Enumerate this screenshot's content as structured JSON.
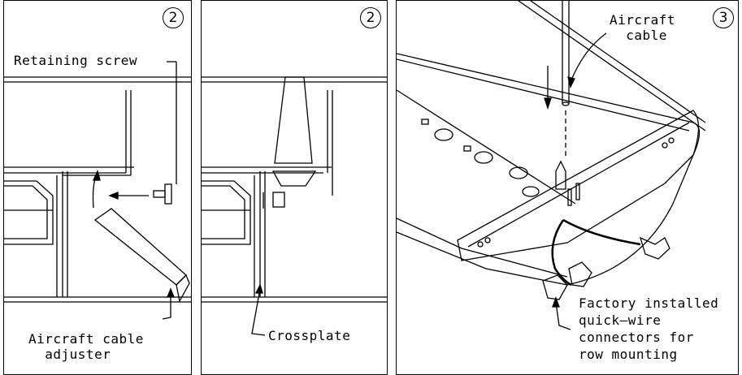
{
  "panels": [
    {
      "step": "2",
      "labels": {
        "retaining_screw": "Retaining screw",
        "adjuster": "Aircraft cable\n  adjuster"
      }
    },
    {
      "step": "2",
      "labels": {
        "crossplate": "Crossplate"
      }
    },
    {
      "step": "3",
      "labels": {
        "aircraft_cable": "Aircraft\n  cable",
        "connectors": "Factory installed\nquick—wire\nconnectors for\nrow mounting"
      }
    }
  ]
}
